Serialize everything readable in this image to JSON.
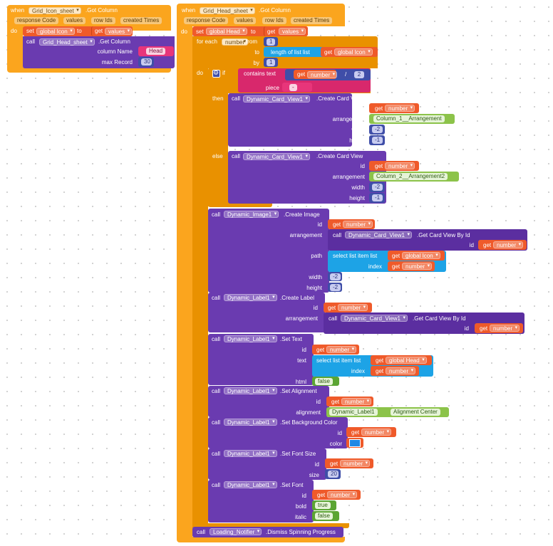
{
  "event1": {
    "when": "when",
    "component": "Grid_Icon_sheet",
    "event": ".Got Column",
    "params": [
      "response Code",
      "values",
      "row Ids",
      "created Times"
    ],
    "do": "do",
    "set": "set",
    "var": "global Icon",
    "to": "to",
    "get": "get",
    "get_var": "values",
    "call": "call",
    "call_component": "Grid_Head_sheet",
    "method": ".Get Column",
    "column_name_label": "column Name",
    "column_name_value": "Head",
    "max_record_label": "max Record",
    "max_record_value": "30"
  },
  "event2": {
    "when": "when",
    "component": "Grid_Head_sheet",
    "event": ".Got Column",
    "params": [
      "response Code",
      "values",
      "row Ids",
      "created Times"
    ],
    "do": "do",
    "set": "set",
    "var": "global Head",
    "to": "to",
    "get": "get",
    "get_var": "values",
    "for_each": "for each",
    "loop_var": "number",
    "from": "from",
    "from_value": "1",
    "to_label": "to",
    "length_of_list": "length of list  list",
    "length_var": "global Icon",
    "by": "by",
    "by_value": "1",
    "do_inner": "do",
    "if": "if",
    "contains_text": "contains  text",
    "contains_get_var": "number",
    "slash": "/",
    "divisor": "2",
    "piece": "piece",
    "piece_value": "-",
    "then": "then",
    "else": "else",
    "call": "call",
    "card_component": "Dynamic_Card_View1",
    "create_card": ".Create Card View",
    "id": "id",
    "arrangement": "arrangement",
    "width": "width",
    "height": "height",
    "then_arrangement": "Column_1__Arrangement",
    "else_arrangement": "Column_2__Arrangement2",
    "card_width": "-2",
    "card_height": "-1",
    "number_var": "number",
    "image_component": "Dynamic_Image1",
    "create_image": ".Create Image",
    "get_card_by_id": ".Get Card View By Id",
    "path": "path",
    "select_list_item": "select list item  list",
    "index": "index",
    "icon_var": "global Icon",
    "head_var": "global Head",
    "image_width": "-2",
    "image_height": "-2",
    "label_component": "Dynamic_Label1",
    "create_label": ".Create Label",
    "set_text": ".Set Text",
    "text": "text",
    "html": "html",
    "false": "false",
    "true": "true",
    "set_alignment": ".Set Alignment",
    "alignment": "alignment",
    "alignment_component": "Dynamic_Label1",
    "alignment_value": "Alignment Center",
    "set_bg_color": ".Set Background Color",
    "color": "color",
    "color_value": "#1e88e5",
    "set_font_size": ".Set Font Size",
    "size": "size",
    "size_value": "20",
    "set_font": ".Set Font",
    "bold": "bold",
    "italic": "italic",
    "notifier_component": "Loading_Notifier",
    "dismiss": ".Dismiss Spinning Progress"
  }
}
